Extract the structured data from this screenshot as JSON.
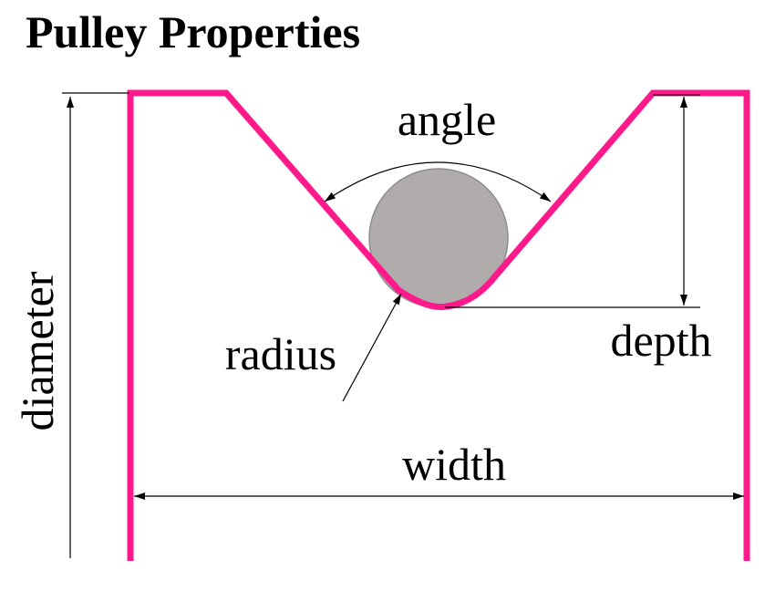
{
  "title": "Pulley Properties",
  "labels": {
    "angle": "angle",
    "depth": "depth",
    "radius": "radius",
    "width": "width",
    "diameter": "diameter"
  },
  "colors": {
    "pulley_outline": "#ff1a8c",
    "belt_fill": "#b0acab",
    "belt_stroke": "#8f8b8a",
    "dimension_lines": "#000000"
  }
}
